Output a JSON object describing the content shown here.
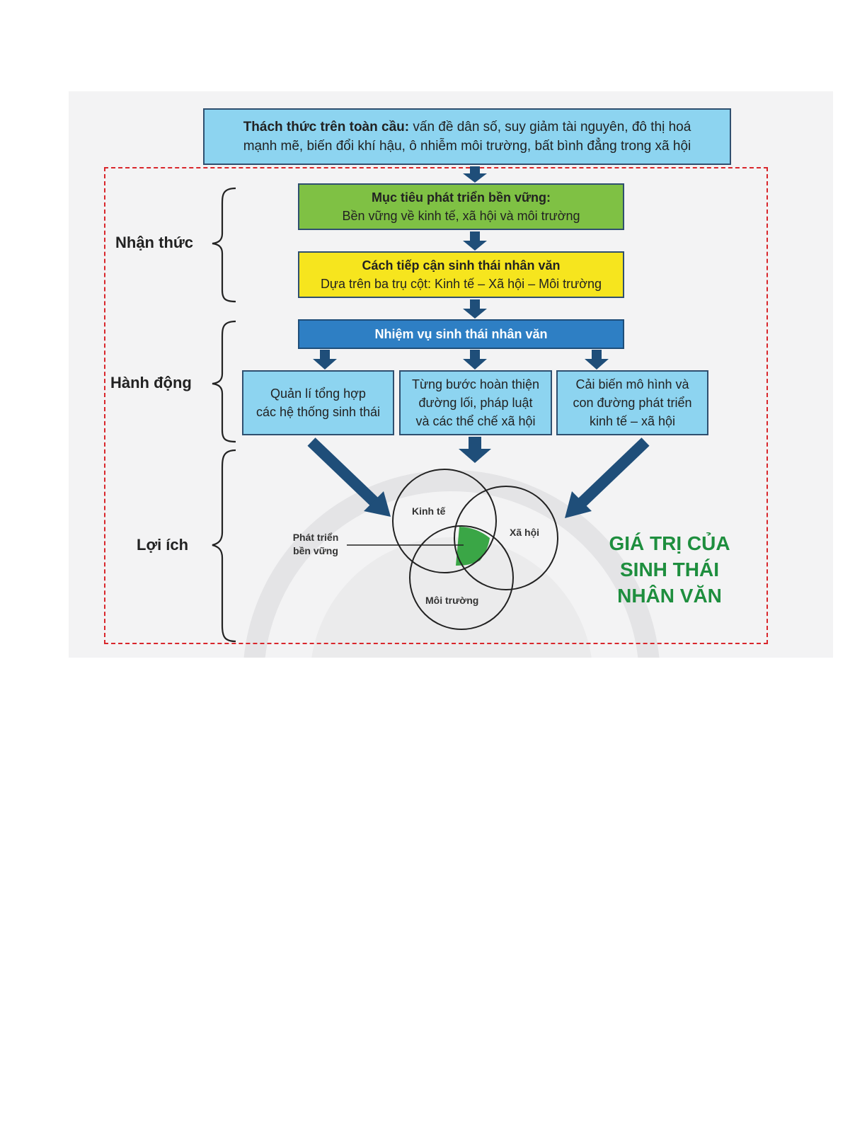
{
  "challenge": {
    "title": "Thách thức trên toàn cầu:",
    "line1_rest": " vấn đề dân số, suy giảm tài nguyên, đô thị hoá",
    "line2": "mạnh mẽ, biến đổi khí hậu, ô nhiễm môi trường, bất bình đẳng trong xã hội"
  },
  "sdg": {
    "title": "Mục tiêu phát triển bền vững:",
    "text": "Bền vững về kinh tế, xã hội và môi trường"
  },
  "approach": {
    "title": "Cách tiếp cận sinh thái nhân văn",
    "text": "Dựa trên ba trụ cột: Kinh tế – Xã hội – Môi trường"
  },
  "task": {
    "title": "Nhiệm vụ sinh thái nhân văn"
  },
  "actions": [
    {
      "line1": "Quản lí tổng hợp",
      "line2": "các hệ thống sinh thái",
      "line3": ""
    },
    {
      "line1": "Từng bước hoàn thiện",
      "line2": "đường lối, pháp luật",
      "line3": "và các thể chế xã hội"
    },
    {
      "line1": "Cải biến mô hình và",
      "line2": "con đường phát triển",
      "line3": "kinh tế – xã hội"
    }
  ],
  "side_labels": {
    "awareness": "Nhận thức",
    "action": "Hành động",
    "benefit": "Lợi ích"
  },
  "venn": {
    "economy": "Kinh tế",
    "society": "Xã hội",
    "environment": "Môi trường",
    "sustainable_line1": "Phát triển",
    "sustainable_line2": "bền vững"
  },
  "value": {
    "line1": "GIÁ TRỊ CỦA",
    "line2": "SINH THÁI",
    "line3": "NHÂN VĂN"
  },
  "colors": {
    "challenge_bg": "#8dd4f0",
    "sdg_bg": "#7fc144",
    "approach_bg": "#f6e51e",
    "task_bg": "#2e7fc4",
    "arrow": "#1f4e79",
    "dashed_border": "#d9262b",
    "value_text": "#1e8e3e",
    "venn_intersection": "#3aa646"
  }
}
